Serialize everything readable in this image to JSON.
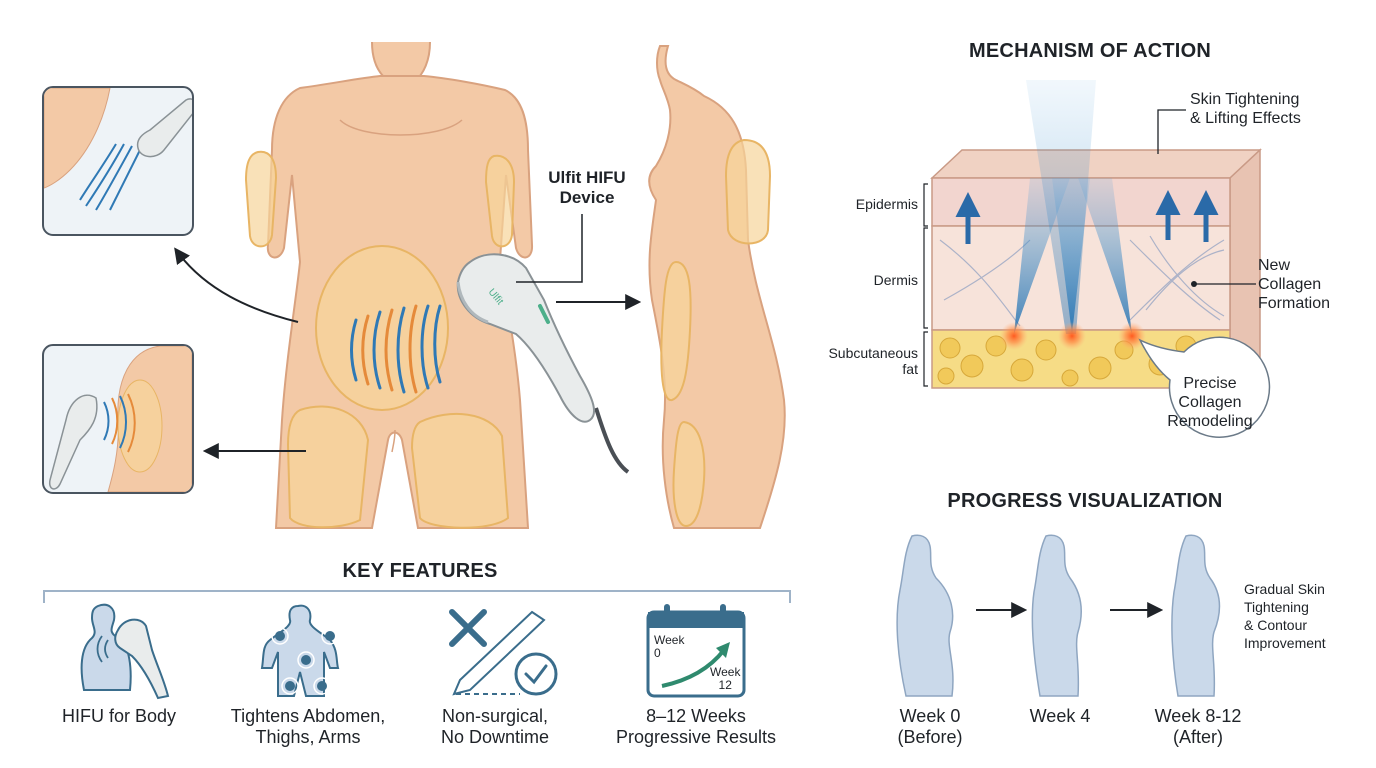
{
  "device_label": "Ulfit HIFU\nDevice",
  "device_brand": "Ulfit",
  "mechanism": {
    "title": "MECHANISM OF ACTION",
    "layers": [
      "Epidermis",
      "Dermis",
      "Subcutaneous\nfat"
    ],
    "callouts": {
      "tightening": "Skin Tightening\n& Lifting Effects",
      "collagen": "New\nCollagen\nFormation",
      "remodeling": "Precise\nCollagen\nRemodeling"
    }
  },
  "progress": {
    "title": "PROGRESS VISUALIZATION",
    "stages": [
      "Week 0\n(Before)",
      "Week 4",
      "Week 8-12\n(After)"
    ],
    "note": "Gradual Skin\nTightening\n& Contour\nImprovement"
  },
  "features": {
    "title": "KEY FEATURES",
    "items": [
      {
        "label": "HIFU for Body",
        "icon": "hifu-body-icon"
      },
      {
        "label": "Tightens Abdomen,\nThighs, Arms",
        "icon": "body-zones-icon"
      },
      {
        "label": "Non-surgical,\nNo Downtime",
        "icon": "no-scalpel-icon"
      },
      {
        "label": "8–12 Weeks\nProgressive Results",
        "icon": "calendar-progress-icon"
      }
    ],
    "calendar": {
      "start": "Week\n0",
      "end": "Week\n12"
    }
  },
  "colors": {
    "skin": "#f3c9a6",
    "skin_outline": "#d9a27f",
    "zone": "#f7d49a",
    "zone_outline": "#e8b565",
    "device": "#e9ecec",
    "device_accent": "#4caf8a",
    "wave": "#2f79b5",
    "wave_warm": "#e58a3a",
    "beam": "#5aa5dc",
    "epidermis": "#f2d5cf",
    "dermis": "#f7e3da",
    "fat": "#f6dc86",
    "icon_blue": "#3a6d8c",
    "silhouette": "#cad9ea"
  }
}
